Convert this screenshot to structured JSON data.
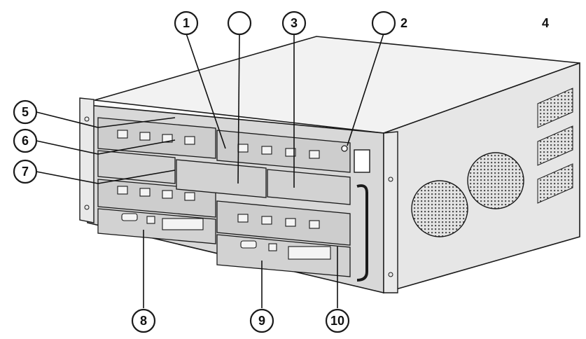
{
  "callouts": {
    "c1": "1",
    "c2": "2",
    "c3": "3",
    "c4": "4",
    "c5": "5",
    "c6": "6",
    "c7": "7",
    "c8": "8",
    "c9": "9",
    "c10": "10"
  },
  "colors": {
    "line": "#1a1a1a",
    "chassis_top": "#f2f2f2",
    "chassis_side": "#e4e4e4",
    "chassis_front": "#d9d9d9",
    "module": "#cfcfcf"
  }
}
